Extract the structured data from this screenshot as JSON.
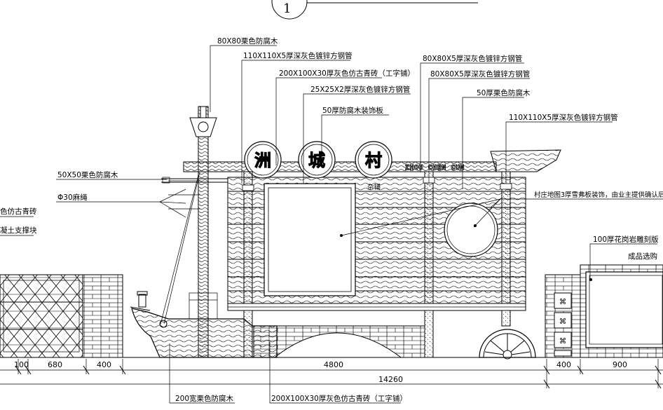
{
  "drawing": {
    "callout_number": "1",
    "banner_chars": [
      "洲",
      "城",
      "村"
    ],
    "pinyin": "ZHOU CHEN CUN",
    "small_tag": "杂铺"
  },
  "labels": {
    "l1": "80X80栗色防腐木",
    "l2": "110X110X5厚深灰色镀锌方钢管",
    "l3": "200X100X30厚灰色仿古青砖（工字铺）",
    "l4": "25X25X2厚深灰色镀锌方钢管",
    "l5": "50厚防腐木装饰板",
    "l6": "80X80X5厚深灰色镀锌方钢管",
    "l7": "80X80X5厚深灰色镀锌方钢管",
    "l8": "50厚栗色防腐木",
    "l9": "110X110X5厚深灰色镀锌方钢管",
    "l10": "50X50栗色防腐木",
    "l11": "Φ30麻绳",
    "l12": "色仿古青砖",
    "l13": "凝土支撑块",
    "l14": "村庄地图3厚雪弗板装饰，由业主提供确认后",
    "l15": "100厚花岗岩雕刻版",
    "l16": "成品选购",
    "l17": "200宽栗色防腐木",
    "l18": "200X100X30厚灰色仿古青砖（工字铺）"
  },
  "dimensions": {
    "d100": "100",
    "d680": "680",
    "d400a": "400",
    "d4800": "4800",
    "d400b": "400",
    "d900": "900",
    "d14260": "14260"
  }
}
